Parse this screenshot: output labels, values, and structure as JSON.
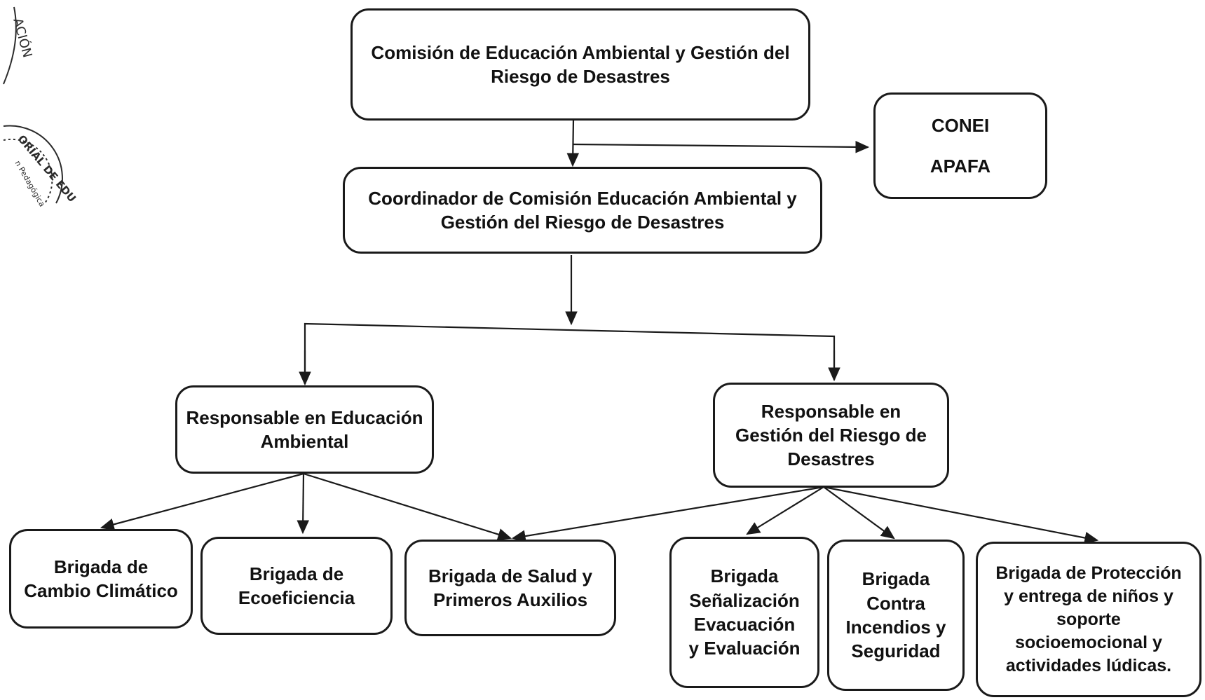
{
  "diagram": {
    "nodes": {
      "comision": [
        "Comisión de Educación Ambiental y Gestión del",
        "Riesgo de Desastres"
      ],
      "conei_apafa": [
        "CONEI",
        "APAFA"
      ],
      "coordinador": [
        "Coordinador de Comisión Educación Ambiental y",
        "Gestión del Riesgo de Desastres"
      ],
      "resp_ambiental": [
        "Responsable en Educación",
        "Ambiental"
      ],
      "resp_riesgo": [
        "Responsable en",
        "Gestión del Riesgo  de",
        "Desastres"
      ],
      "brigada_cambio": [
        "Brigada de",
        "Cambio Climático"
      ],
      "brigada_ecoeficiencia": [
        "Brigada de",
        "Ecoeficiencia"
      ],
      "brigada_salud": [
        "Brigada de Salud y",
        "Primeros Auxilios"
      ],
      "brigada_senalizacion": [
        "Brigada",
        "Señalización",
        "Evacuación",
        "y Evaluación"
      ],
      "brigada_incendios": [
        "Brigada",
        "Contra",
        "Incendios y",
        "Seguridad"
      ],
      "brigada_proteccion": [
        "Brigada de Protección",
        "y entrega de niños y",
        "soporte",
        "socioemocional y",
        "actividades lúdicas."
      ]
    },
    "connections": [
      [
        "comision",
        "coordinador"
      ],
      [
        "comision",
        "conei_apafa"
      ],
      [
        "coordinador",
        "resp_ambiental"
      ],
      [
        "coordinador",
        "resp_riesgo"
      ],
      [
        "resp_ambiental",
        "brigada_cambio"
      ],
      [
        "resp_ambiental",
        "brigada_ecoeficiencia"
      ],
      [
        "resp_ambiental",
        "brigada_salud"
      ],
      [
        "resp_riesgo",
        "brigada_salud"
      ],
      [
        "resp_riesgo",
        "brigada_senalizacion"
      ],
      [
        "resp_riesgo",
        "brigada_incendios"
      ],
      [
        "resp_riesgo",
        "brigada_proteccion"
      ]
    ]
  },
  "stamp": {
    "text_top": "ACIÓN",
    "text_seal": "ORIAL DE EDU",
    "text_seal_inner": "n Pedagógica"
  },
  "colors": {
    "ink": "#1a1a1a",
    "stamp_ink": "#2b2b2b"
  }
}
